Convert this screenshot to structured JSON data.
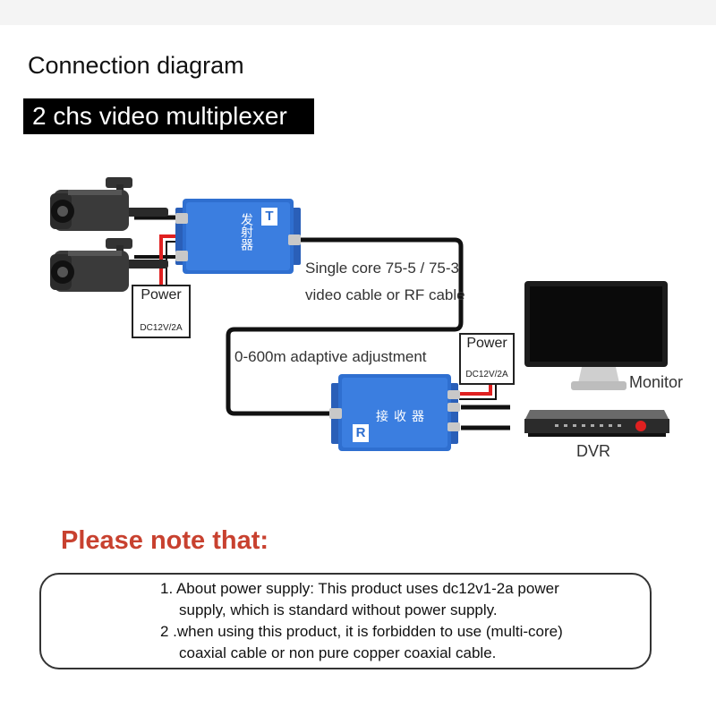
{
  "heading": "Connection diagram",
  "subtitle": "2 chs video multiplexer",
  "labels": {
    "cable_line1": "Single core 75-5 / 75-3",
    "cable_line2": "video cable or RF cable",
    "adaptive": "0-600m adaptive adjustment",
    "monitor": "Monitor",
    "dvr": "DVR"
  },
  "power_left": {
    "title": "Power",
    "spec": "DC12V/2A"
  },
  "power_right": {
    "title": "Power",
    "spec": "DC12V/2A"
  },
  "transmitter": {
    "badge": "T",
    "vertical_text": "发射器"
  },
  "receiver": {
    "badge": "R",
    "text": "接收器"
  },
  "note": {
    "title": "Please note that:",
    "line1": "1. About power supply: This product uses dc12v1-2a power",
    "line2": "supply, which is standard without power supply.",
    "line3": "2 .when using this product, it is forbidden to use (multi-core)",
    "line4": "coaxial cable or non pure copper coaxial cable."
  },
  "colors": {
    "device_blue": "#2f6fd0",
    "cable": "#111111",
    "power_wire": "#e02020",
    "note_red": "#c8412f",
    "warning_orange": "#f08c1c"
  },
  "icons": [
    "camera-icon",
    "monitor-icon",
    "dvr-icon",
    "warning-icon"
  ]
}
